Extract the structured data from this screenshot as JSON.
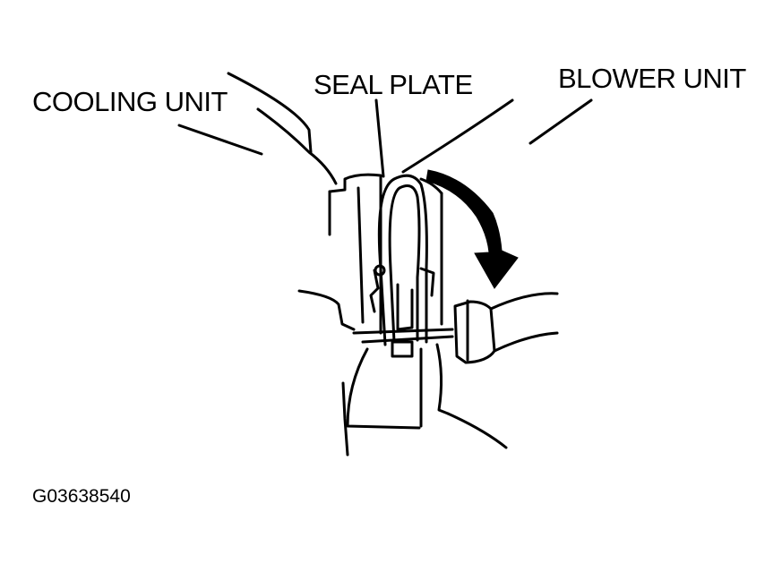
{
  "labels": {
    "cooling_unit": "COOLING UNIT",
    "seal_plate": "SEAL PLATE",
    "blower_unit": "BLOWER UNIT",
    "figure_id": "G03638540"
  },
  "colors": {
    "ink": "#000000",
    "paper": "#ffffff"
  }
}
